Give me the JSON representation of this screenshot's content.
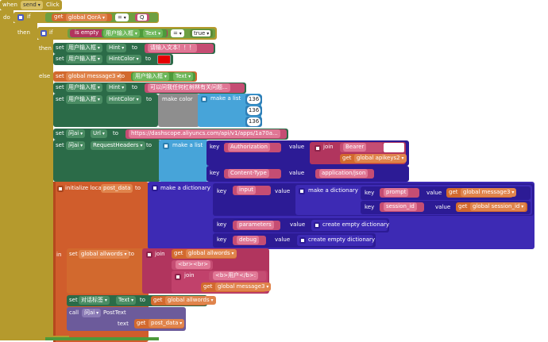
{
  "event": {
    "when": "when",
    "component": "send",
    "event": "Click"
  },
  "labels": {
    "do": "do",
    "if": "if",
    "then": "then",
    "else": "else",
    "eq": "=",
    "set": "set",
    "to": "to",
    "get": "get",
    "is_empty": "is empty",
    "make_color": "make color",
    "make_a_list": "make a list",
    "make_a_dictionary": "make a dictionary",
    "key": "key",
    "value": "value",
    "join": "join",
    "initialize_local": "initialize local",
    "in": "in",
    "call": "call",
    "text": "text",
    "create_empty_dictionary": "create empty dictionary"
  },
  "if1": {
    "var": "global QorA",
    "compare": "Q"
  },
  "if2": {
    "component": "用户输入框",
    "prop": "Text",
    "value": "true"
  },
  "then2": {
    "hint_component": "用户输入框",
    "hint_prop": "Hint",
    "hint_text": "请输入文本！！！",
    "hintcolor_component": "用户输入框",
    "hintcolor_prop": "HintColor",
    "hintcolor_value": "#e60000"
  },
  "else2": {
    "msg_var": "global message3",
    "msg_component": "用户输入框",
    "msg_prop": "Text",
    "hint_component": "用户输入框",
    "hint_prop": "Hint",
    "hint_text": "可以问我任何杠树林有关问题...",
    "hintcolor_component": "用户输入框",
    "hintcolor_prop": "HintColor",
    "color_values": [
      "136",
      "136",
      "136"
    ],
    "url_component": "问ai",
    "url_prop": "Url",
    "url_value": "https://dashscope.aliyuncs.com/api/v1/apps/1a70a...",
    "headers_component": "问ai",
    "headers_prop": "RequestHeaders",
    "auth_key": "Authorization",
    "auth_prefix": "Bearer",
    "auth_var": "global apikeys2",
    "ct_key": "Content-Type",
    "ct_value": "application/json"
  },
  "local": {
    "name": "post_data",
    "input_key": "input",
    "prompt_key": "prompt",
    "prompt_var": "global message3",
    "session_key": "session_id",
    "session_var": "global session_id",
    "params_key": "parameters",
    "debug_key": "debug",
    "allwords_var": "global allwords",
    "allwords_get": "global allwords",
    "br_text": "<br><br>",
    "user_text": "<b>用户</b>: ",
    "msg_get": "global message3",
    "label_component": "对话标签",
    "label_prop": "Text",
    "label_get": "global allwords",
    "call_component": "问ai",
    "call_method": "PostText",
    "text_get": "post_data"
  }
}
